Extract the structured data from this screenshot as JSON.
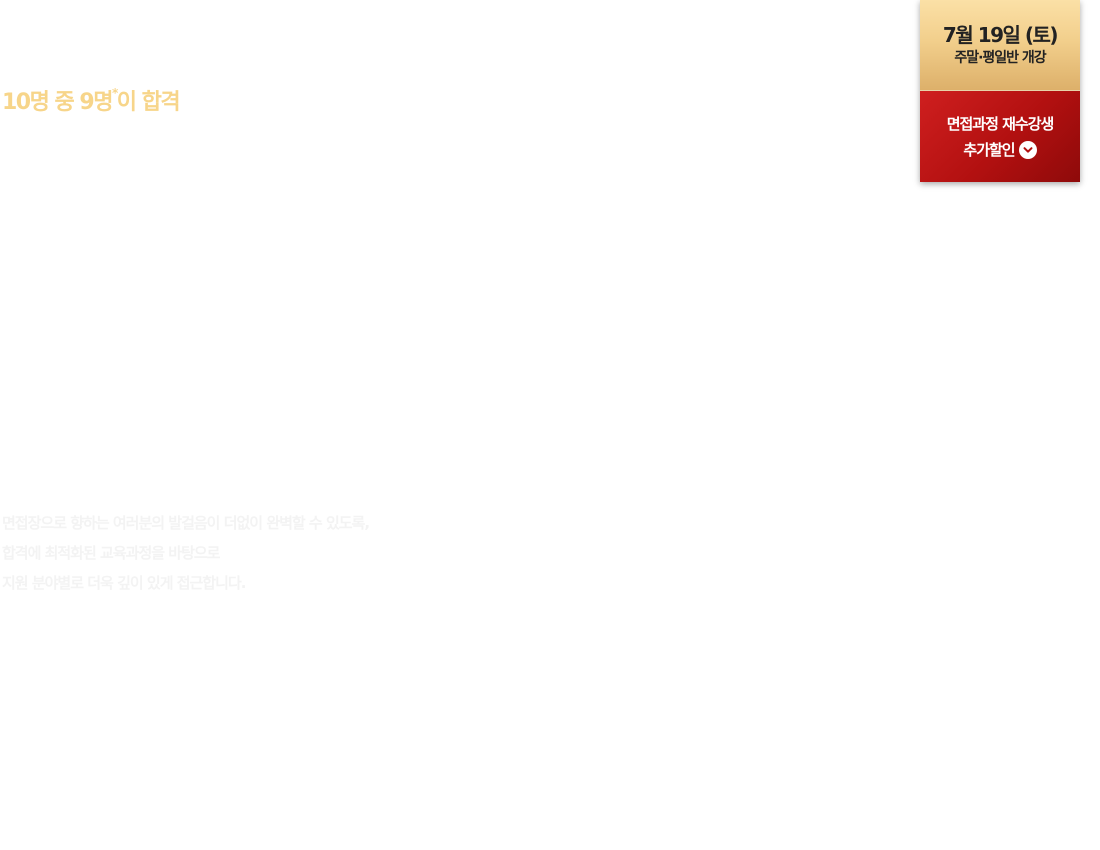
{
  "headline": {
    "main": "10명 중 9명",
    "mark": "*",
    "suffix": "이 합격"
  },
  "body": {
    "lines": [
      "면접장으로 향하는 여러분의 발걸음이 더없이 완벽할 수 있도록,",
      "합격에 최적화된 교육과정을 바탕으로",
      "지원 분야별로 더욱 깊이 있게 접근합니다."
    ]
  },
  "banner": {
    "date": "7월 19일 (토)",
    "open_text": "주말·평일반 개강",
    "discount_line1": "면접과정 재수강생",
    "discount_line2": "추가할인",
    "icon": "chevron-down-icon",
    "colors": {
      "gold": "#f2cf8c",
      "red": "#b21010",
      "headline": "#f7d58a"
    }
  }
}
